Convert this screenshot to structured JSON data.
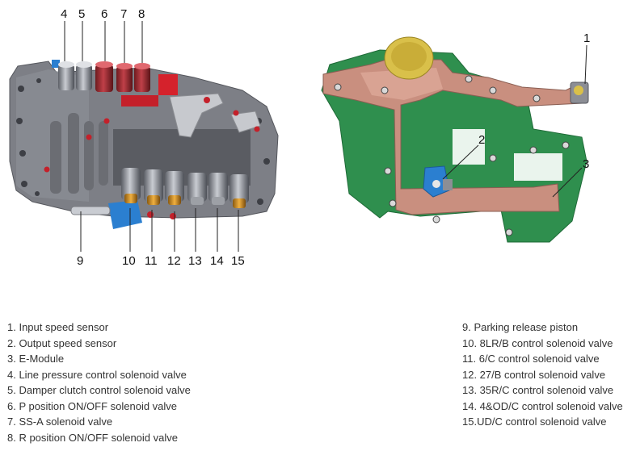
{
  "callouts": {
    "n1": "1",
    "n2": "2",
    "n3": "3",
    "n4": "4",
    "n5": "5",
    "n6": "6",
    "n7": "7",
    "n8": "8",
    "n9": "9",
    "n10": "10",
    "n11": "11",
    "n12": "12",
    "n13": "13",
    "n14": "14",
    "n15": "15"
  },
  "legend": {
    "left": [
      "1. Input speed sensor",
      "2. Output speed sensor",
      "3. E-Module",
      "4. Line pressure control solenoid valve",
      "5. Damper clutch control solenoid valve",
      "6. P position ON/OFF solenoid valve",
      "7. SS-A solenoid valve",
      "8. R position ON/OFF solenoid valve"
    ],
    "right": [
      "9. Parking release piston",
      "10. 8LR/B control solenoid valve",
      "11. 6/C control solenoid valve",
      "12. 27/B control solenoid valve",
      "13. 35R/C control solenoid valve",
      "14. 4&OD/C control solenoid valve",
      "15.UD/C control solenoid valve"
    ]
  },
  "colors": {
    "body_gray": "#7d7f86",
    "copper": "#c98f7f",
    "green_board": "#2f8f4e",
    "blue_sensor": "#2b7fd0",
    "red_valve": "#c4202a",
    "gold_terminal": "#d18a1d",
    "connector_yellow": "#d9c04a"
  }
}
